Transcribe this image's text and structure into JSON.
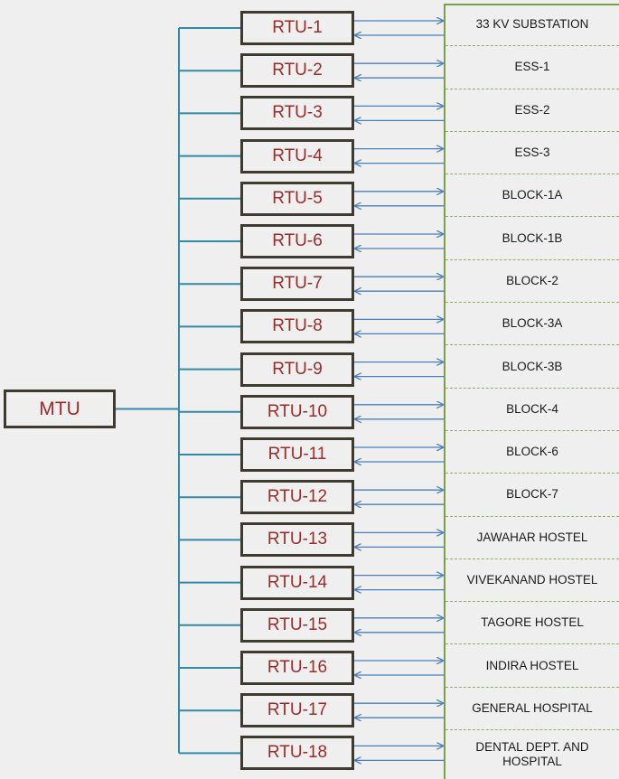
{
  "mtu": {
    "label": "MTU"
  },
  "rtus": [
    {
      "label": "RTU-1",
      "station": "33 KV SUBSTATION"
    },
    {
      "label": "RTU-2",
      "station": "ESS-1"
    },
    {
      "label": "RTU-3",
      "station": "ESS-2"
    },
    {
      "label": "RTU-4",
      "station": "ESS-3"
    },
    {
      "label": "RTU-5",
      "station": "BLOCK-1A"
    },
    {
      "label": "RTU-6",
      "station": "BLOCK-1B"
    },
    {
      "label": "RTU-7",
      "station": "BLOCK-2"
    },
    {
      "label": "RTU-8",
      "station": "BLOCK-3A"
    },
    {
      "label": "RTU-9",
      "station": "BLOCK-3B"
    },
    {
      "label": "RTU-10",
      "station": "BLOCK-4"
    },
    {
      "label": "RTU-11",
      "station": "BLOCK-6"
    },
    {
      "label": "RTU-12",
      "station": "BLOCK-7"
    },
    {
      "label": "RTU-13",
      "station": "JAWAHAR  HOSTEL"
    },
    {
      "label": "RTU-14",
      "station": "VIVEKANAND  HOSTEL"
    },
    {
      "label": "RTU-15",
      "station": "TAGORE HOSTEL"
    },
    {
      "label": "RTU-16",
      "station": "INDIRA  HOSTEL"
    },
    {
      "label": "RTU-17",
      "station": "GENERAL HOSPITAL"
    },
    {
      "label": "RTU-18",
      "station": "DENTAL DEPT. AND\nHOSPITAL"
    }
  ],
  "colors": {
    "bus_line": "#2f8aa6",
    "arrow": "#4a7fc1",
    "box_border": "#3f3a30",
    "label_text": "#9b2a2a",
    "panel_border": "#7a9e49"
  }
}
